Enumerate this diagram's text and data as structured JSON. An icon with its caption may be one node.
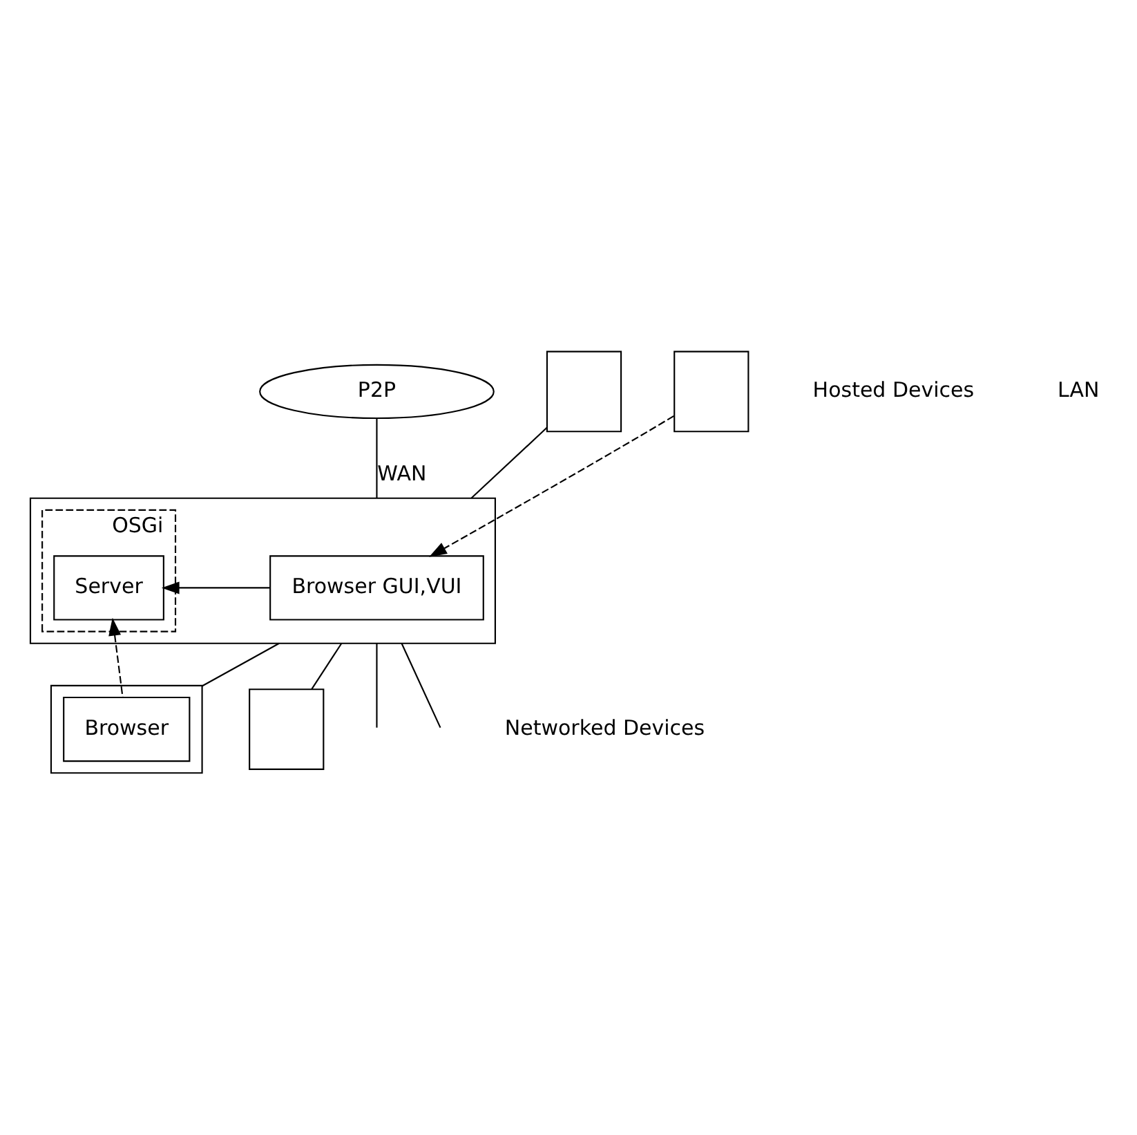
{
  "diagram": {
    "nodes": [
      {
        "text": [
          "P2P"
        ]
      },
      {
        "text": [],
        "shape": "box"
      },
      {
        "text": [
          "OSGi"
        ],
        "in": 1
      },
      {
        "text": [
          "Browser GUI,VUI"
        ],
        "in": 1
      },
      {
        "text": [
          "Server"
        ],
        "in": 2
      },
      {
        "text": [],
        "shape": "box"
      },
      {
        "text": [],
        "shape": "box"
      },
      {
        "text": [],
        "shape": "box"
      },
      {
        "text": [],
        "shape": "box"
      },
      {
        "text": [
          "Browser"
        ],
        "in": 8
      }
    ],
    "edges": [
      {
        "from": 0,
        "to": 1,
        "arrow": "none",
        "label": "WAN"
      },
      {
        "from": 5,
        "to": 1,
        "arrow": "none"
      },
      {
        "from": 6,
        "to": 3,
        "arrow": "to",
        "style": "dashed"
      },
      {
        "from": 3,
        "to": 4,
        "arrow": "to"
      },
      {
        "from": 9,
        "to": 4,
        "arrow": "to",
        "style": "dashed"
      },
      {
        "from": 1,
        "to": 7,
        "arrow": "none"
      },
      {
        "from": 1,
        "to": 8,
        "arrow": "none"
      },
      {
        "from": 1,
        "to": null,
        "arrow": "none"
      },
      {
        "from": 1,
        "to": null,
        "arrow": "none"
      }
    ],
    "labels": [
      "Hosted Devices",
      "LAN",
      "Networked Devices"
    ]
  }
}
